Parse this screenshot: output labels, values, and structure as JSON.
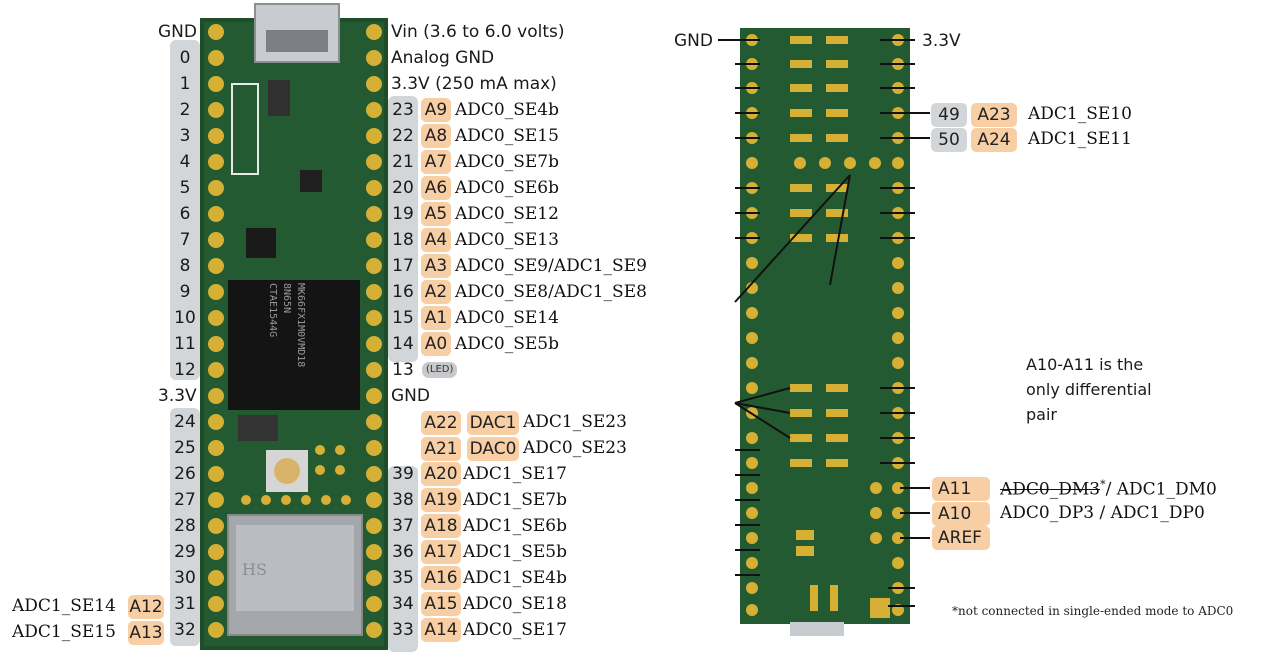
{
  "left_board": {
    "top_left_label": "GND",
    "left_pins": [
      "0",
      "1",
      "2",
      "3",
      "4",
      "5",
      "6",
      "7",
      "8",
      "9",
      "10",
      "11",
      "12"
    ],
    "mid_left_label": "3.3V",
    "left_pins_lower": [
      "24",
      "25",
      "26",
      "27",
      "28",
      "29",
      "30",
      "31",
      "32"
    ],
    "power_labels": [
      "Vin  (3.6 to 6.0 volts)",
      "Analog GND",
      "3.3V (250 mA max)"
    ],
    "right_pins_upper": [
      {
        "pin": "23",
        "analog": "A9",
        "adc": "ADC0_SE4b"
      },
      {
        "pin": "22",
        "analog": "A8",
        "adc": "ADC0_SE15"
      },
      {
        "pin": "21",
        "analog": "A7",
        "adc": "ADC0_SE7b"
      },
      {
        "pin": "20",
        "analog": "A6",
        "adc": "ADC0_SE6b"
      },
      {
        "pin": "19",
        "analog": "A5",
        "adc": "ADC0_SE12"
      },
      {
        "pin": "18",
        "analog": "A4",
        "adc": "ADC0_SE13"
      },
      {
        "pin": "17",
        "analog": "A3",
        "adc": "ADC0_SE9/ADC1_SE9"
      },
      {
        "pin": "16",
        "analog": "A2",
        "adc": "ADC0_SE8/ADC1_SE8"
      },
      {
        "pin": "15",
        "analog": "A1",
        "adc": "ADC0_SE14"
      },
      {
        "pin": "14",
        "analog": "A0",
        "adc": "ADC0_SE5b"
      }
    ],
    "pin13": "13",
    "led_label": "(LED)",
    "right_gnd_label": "GND",
    "dac_rows": [
      {
        "analog": "A22",
        "dac": "DAC1",
        "adc": "ADC1_SE23"
      },
      {
        "analog": "A21",
        "dac": "DAC0",
        "adc": "ADC0_SE23"
      }
    ],
    "right_pins_lower": [
      {
        "pin": "39",
        "analog": "A20",
        "adc": "ADC1_SE17"
      },
      {
        "pin": "38",
        "analog": "A19",
        "adc": "ADC1_SE7b"
      },
      {
        "pin": "37",
        "analog": "A18",
        "adc": "ADC1_SE6b"
      },
      {
        "pin": "36",
        "analog": "A17",
        "adc": "ADC1_SE5b"
      },
      {
        "pin": "35",
        "analog": "A16",
        "adc": "ADC1_SE4b"
      },
      {
        "pin": "34",
        "analog": "A15",
        "adc": "ADC0_SE18"
      },
      {
        "pin": "33",
        "analog": "A14",
        "adc": "ADC0_SE17"
      }
    ],
    "left_adc_rows": [
      {
        "adc": "ADC1_SE14",
        "analog": "A12"
      },
      {
        "adc": "ADC1_SE15",
        "analog": "A13"
      }
    ],
    "chip_text": [
      "MK66FX1M0VMD18",
      "8N65N",
      "CTAE1544G"
    ],
    "sd_text": "HS"
  },
  "right_board": {
    "gnd_label": "GND",
    "v33_label": "3.3V",
    "rows": [
      {
        "pin": "49",
        "analog": "A23",
        "adc": "ADC1_SE10"
      },
      {
        "pin": "50",
        "analog": "A24",
        "adc": "ADC1_SE11"
      }
    ],
    "note": "A10-A11 is the only differential pair",
    "diff_rows": [
      {
        "analog": "A11",
        "adc_struck": "ADC0_DM3",
        "star": "*",
        "adc_rest": "/ ADC1_DM0"
      },
      {
        "analog": "A10",
        "adc_struck": "",
        "star": "",
        "adc_rest": "ADC0_DP3 / ADC1_DP0"
      },
      {
        "analog": "AREF",
        "adc_struck": "",
        "star": "",
        "adc_rest": ""
      }
    ],
    "footnote": "*not connected in single-ended mode to ADC0"
  },
  "colors": {
    "pcb": "#1f4d2a",
    "pad": "#d6b035",
    "orange": "#f8cfa4",
    "gray": "#d3d6d9"
  }
}
